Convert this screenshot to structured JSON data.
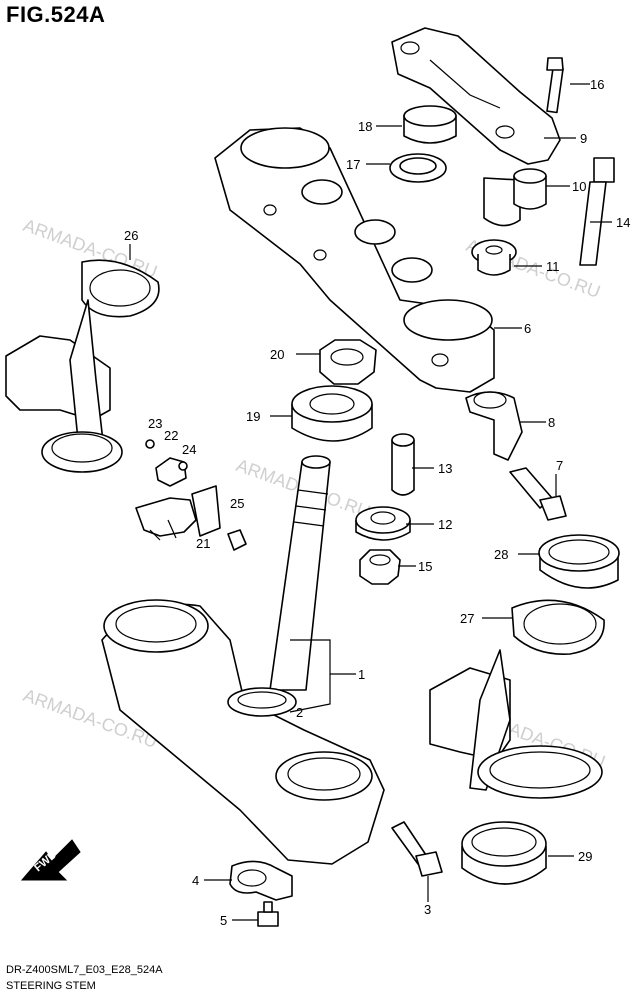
{
  "figure_title": "FIG.524A",
  "footer": {
    "model_code": "DR-Z400SML7_E03_E28_524A",
    "section_name": "STEERING STEM"
  },
  "watermark_text": "ARMADA-CO.RU",
  "direction_label": "FWD",
  "callouts": {
    "c1": "1",
    "c2": "2",
    "c3": "3",
    "c4": "4",
    "c5": "5",
    "c6": "6",
    "c7": "7",
    "c8": "8",
    "c9": "9",
    "c10": "10",
    "c11": "11",
    "c12": "12",
    "c13": "13",
    "c14": "14",
    "c15": "15",
    "c16": "16",
    "c17": "17",
    "c18": "18",
    "c19": "19",
    "c20": "20",
    "c21": "21",
    "c22": "22",
    "c23": "23",
    "c24": "24",
    "c25": "25",
    "c26": "26",
    "c27": "27",
    "c28": "28",
    "c29": "29"
  }
}
